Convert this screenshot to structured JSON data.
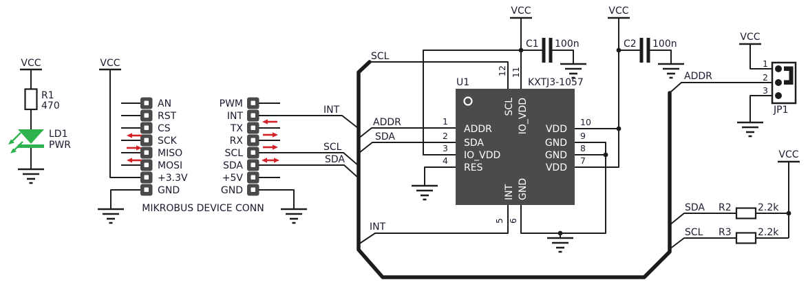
{
  "colors": {
    "wire": "#1c1c1c",
    "text": "#1a1a2e",
    "chip_body": "#4b4b4b",
    "chip_text": "#ffffff",
    "connector_pin": "#4a4a4a",
    "led_green": "#2db24e",
    "arrow_red": "#d42127",
    "background": "#ffffff"
  },
  "led_branch": {
    "vcc": "VCC",
    "resistor": {
      "ref": "R1",
      "value": "470"
    },
    "led": {
      "ref": "LD1",
      "name": "PWR"
    }
  },
  "mikrobus": {
    "title": "MIKROBUS DEVICE CONN",
    "vcc": "VCC",
    "left_pins": [
      "AN",
      "RST",
      "CS",
      "SCK",
      "MISO",
      "MOSI",
      "+3.3V",
      "GND"
    ],
    "right_pins": [
      "PWM",
      "INT",
      "TX",
      "RX",
      "SCL",
      "SDA",
      "+5V",
      "GND"
    ],
    "left_arrows": [
      {
        "row": "SCK",
        "dir": "left"
      },
      {
        "row": "MISO",
        "dir": "right"
      },
      {
        "row": "MOSI",
        "dir": "left"
      }
    ],
    "right_arrows": [
      {
        "row": "TX",
        "dir": "left"
      },
      {
        "row": "RX",
        "dir": "right"
      },
      {
        "row": "SCL",
        "dir": "right"
      },
      {
        "row": "SDA",
        "dir": "both"
      }
    ]
  },
  "nets": {
    "int_in": "INT",
    "scl_in": "SCL",
    "sda_in": "SDA",
    "scl_top": "SCL",
    "addr_chip": "ADDR",
    "sda_chip": "SDA",
    "int_chip": "INT",
    "addr_right": "ADDR",
    "sda_right": "SDA",
    "scl_right": "SCL"
  },
  "chip": {
    "ref": "U1",
    "part": "KXTJ3-1057",
    "left_pins": [
      {
        "num": "1",
        "name": "ADDR"
      },
      {
        "num": "2",
        "name": "SDA"
      },
      {
        "num": "3",
        "name": "IO_VDD"
      },
      {
        "num": "4",
        "name": "RES"
      }
    ],
    "right_pins": [
      {
        "num": "10",
        "name": "VDD"
      },
      {
        "num": "9",
        "name": "GND"
      },
      {
        "num": "8",
        "name": "GND"
      },
      {
        "num": "7",
        "name": "VDD"
      }
    ],
    "top_pins": [
      {
        "num": "12",
        "name": "SCL"
      },
      {
        "num": "11",
        "name": "IO_VDD"
      }
    ],
    "bottom_pins": [
      {
        "num": "5",
        "name": "INT"
      },
      {
        "num": "6",
        "name": "GND"
      }
    ]
  },
  "caps": [
    {
      "ref": "C1",
      "value": "100n",
      "vcc": "VCC"
    },
    {
      "ref": "C2",
      "value": "100n",
      "vcc": "VCC"
    }
  ],
  "jp1": {
    "ref": "JP1",
    "vcc": "VCC",
    "pin_numbers": [
      "1",
      "2",
      "3"
    ]
  },
  "pullups": {
    "vcc": "VCC",
    "resistors": [
      {
        "ref": "R2",
        "value": "2.2k",
        "net": "SDA"
      },
      {
        "ref": "R3",
        "value": "2.2k",
        "net": "SCL"
      }
    ]
  }
}
